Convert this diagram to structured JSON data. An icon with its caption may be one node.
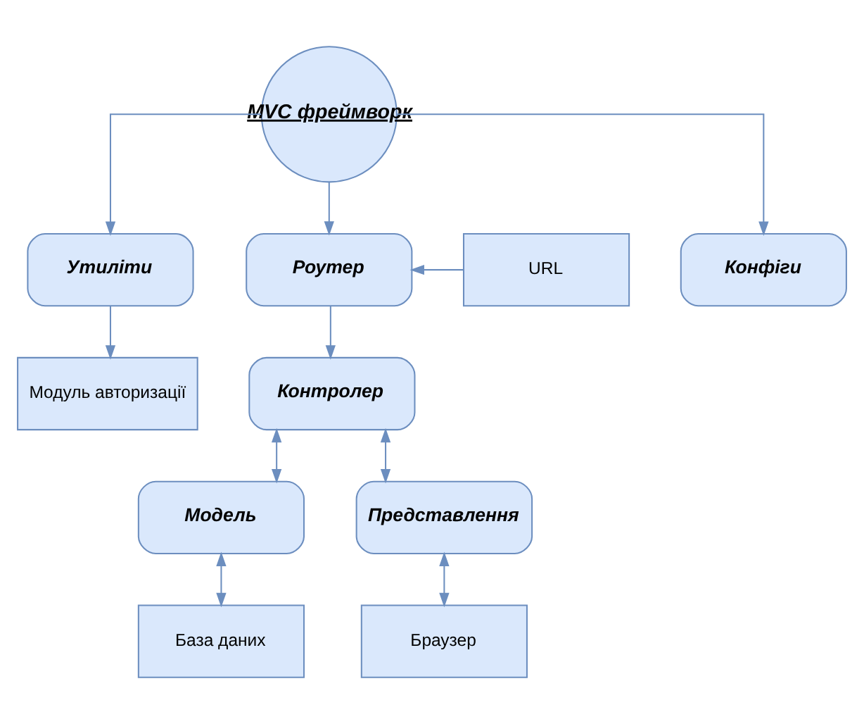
{
  "diagram": {
    "nodes": [
      {
        "text": [
          "MVC фреймворк"
        ]
      },
      {
        "text": [
          "URL"
        ]
      },
      {
        "text": [
          "Роутер"
        ]
      },
      {
        "text": [
          "Конфіги"
        ]
      },
      {
        "text": [
          "Утиліти"
        ]
      },
      {
        "text": [
          "Контролер"
        ]
      },
      {
        "text": [
          "Модуль авторизації"
        ]
      },
      {
        "text": [
          "Модель"
        ]
      },
      {
        "text": [
          "Представлення"
        ]
      },
      {
        "text": [
          "База даних"
        ]
      },
      {
        "text": [
          "Браузер"
        ]
      }
    ],
    "edges": [
      {
        "from": 0,
        "to": 2,
        "arrow": "to"
      },
      {
        "from": 0,
        "to": 3,
        "arrow": "to"
      },
      {
        "from": 0,
        "to": 4,
        "arrow": "to"
      },
      {
        "from": 1,
        "to": 2,
        "arrow": "to"
      },
      {
        "from": 2,
        "to": 5,
        "arrow": "to"
      },
      {
        "from": 4,
        "to": 6,
        "arrow": "to"
      },
      {
        "from": 5,
        "to": 7,
        "arrow": "both"
      },
      {
        "from": 5,
        "to": 8,
        "arrow": "both"
      },
      {
        "from": 7,
        "to": 9,
        "arrow": "both"
      },
      {
        "from": 8,
        "to": 10,
        "arrow": "both"
      }
    ]
  }
}
